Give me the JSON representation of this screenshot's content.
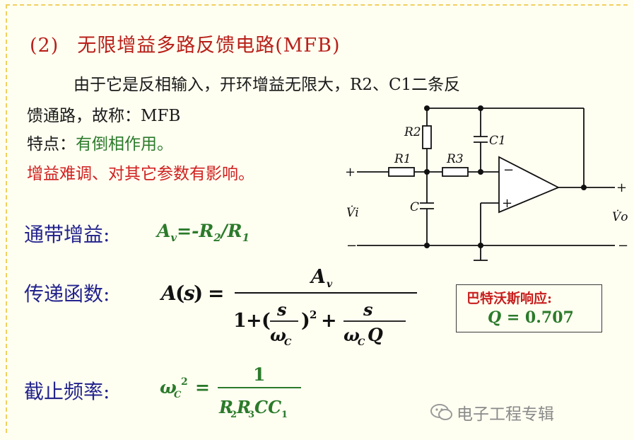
{
  "title": {
    "number": "(2)",
    "text": "无限增益多路反馈电路(MFB)"
  },
  "intro": {
    "line1": "由于它是反相输入，开环增益无限大，R2、C1二条反",
    "line2": "馈通路，故称：MFB"
  },
  "features": {
    "label": "特点：",
    "text": "有倒相作用。"
  },
  "drawback": "增益难调、对其它参数有影响。",
  "passband": {
    "label": "通带增益:"
  },
  "transfer": {
    "label": "传递函数:"
  },
  "cutoff": {
    "label": "截止频率:"
  },
  "butterworth": {
    "title": "巴特沃斯响应:",
    "q_label": "Q",
    "q_value": "= 0.707"
  },
  "circuit": {
    "labels": {
      "r1": "R1",
      "r2": "R2",
      "r3": "R3",
      "c": "C",
      "c1": "C1",
      "vi": "V̇i",
      "vo": "V̇o"
    }
  },
  "watermark": "电子工程专辑",
  "colors": {
    "title": "#b8201a",
    "green": "#2b7a2b",
    "red": "#d02020",
    "blue": "#23238e",
    "bg": "#fffff1"
  }
}
